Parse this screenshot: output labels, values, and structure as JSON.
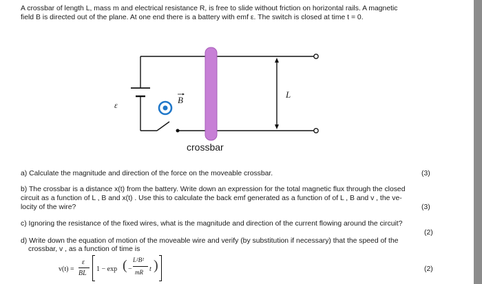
{
  "intro": {
    "line1": "A crossbar of length L, mass m and electrical resistance R, is free to slide without friction on horizontal rails. A magnetic",
    "line2": "field B is directed out of the plane. At one end there is a battery with emf ε. The switch is closed at time t = 0."
  },
  "diagram": {
    "emf_label": "ε",
    "field_label": "B",
    "length_label": "L",
    "crossbar_caption": "crossbar",
    "colors": {
      "crossbar": "#c77fd6",
      "field": "#1f77c9",
      "wire": "#111111"
    }
  },
  "questions": {
    "a": {
      "text": "a) Calculate the magnitude and direction of the force on the moveable crossbar.",
      "marks": "(3)"
    },
    "b": {
      "line1": "b) The crossbar is a distance x(t) from the battery. Write down an expression for the total magnetic flux through the closed",
      "line2": "circuit as a function of L , B and x(t) . Use this to calculate the back emf generated as a function of of L , B and v , the ve-",
      "line3": "locity of the wire?",
      "marks": "(3)"
    },
    "c": {
      "text": "c) Ignoring the resistance of the fixed wires, what is the magnitude and direction of the current flowing around the circuit?",
      "marks": "(2)"
    },
    "d": {
      "line1": "d) Write down the equation of motion of the moveable wire and verify (by substitution if necessary) that the speed of the",
      "line2": "crossbar, v , as a function of time is",
      "marks": "(2)"
    }
  },
  "equation": {
    "lhs": "v(t) =",
    "frac_num": "ε",
    "frac_den": "BL",
    "one_minus": "1 − exp",
    "exp_num": "L²B²",
    "exp_den": "mR",
    "t": "t",
    "minus": "−"
  }
}
